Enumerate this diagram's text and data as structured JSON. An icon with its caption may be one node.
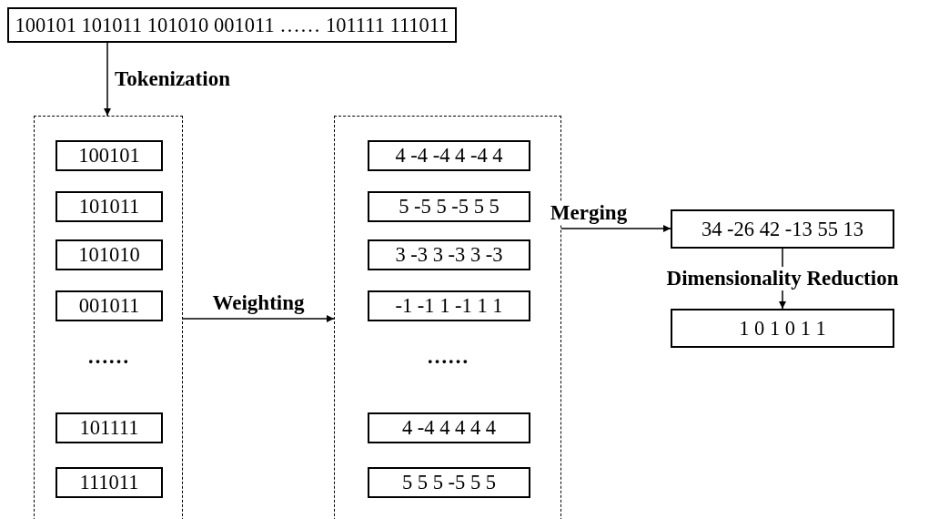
{
  "diagram": {
    "nodes": [
      {
        "text": [
          "100101 101011 101010 001011 …… 101111 111011"
        ]
      },
      {
        "text": [],
        "shape": "box"
      },
      {
        "text": [
          "100101"
        ],
        "in": 1
      },
      {
        "text": [
          "101011"
        ],
        "in": 1
      },
      {
        "text": [
          "101010"
        ],
        "in": 1
      },
      {
        "text": [
          "001011"
        ],
        "in": 1
      },
      {
        "text": [
          "101111"
        ],
        "in": 1
      },
      {
        "text": [
          "111011"
        ],
        "in": 1
      },
      {
        "text": [],
        "shape": "box"
      },
      {
        "text": [
          "4 -4 -4 4 -4 4"
        ],
        "in": 8
      },
      {
        "text": [
          "5 -5 5 -5 5 5"
        ],
        "in": 8
      },
      {
        "text": [
          "3 -3 3 -3 3 -3"
        ],
        "in": 8
      },
      {
        "text": [
          "-1 -1 1 -1 1 1"
        ],
        "in": 8
      },
      {
        "text": [
          "4 -4 4 4 4 4"
        ],
        "in": 8
      },
      {
        "text": [
          "5 5 5 -5 5 5"
        ],
        "in": 8
      },
      {
        "text": [
          "34 -26 42 -13 55 13"
        ]
      },
      {
        "text": [
          "1 0 1 0 1 1"
        ]
      }
    ],
    "edges": [
      {
        "from": 0,
        "to": 1,
        "arrow": "to",
        "label": "Tokenization"
      },
      {
        "from": 1,
        "to": 8,
        "arrow": "to",
        "label": "Weighting"
      },
      {
        "from": 8,
        "to": 15,
        "arrow": "to",
        "label": "Merging"
      },
      {
        "from": 15,
        "to": 16,
        "arrow": "to",
        "label": "Dimensionality Reduction"
      }
    ],
    "labels": [
      "……",
      "……"
    ]
  }
}
